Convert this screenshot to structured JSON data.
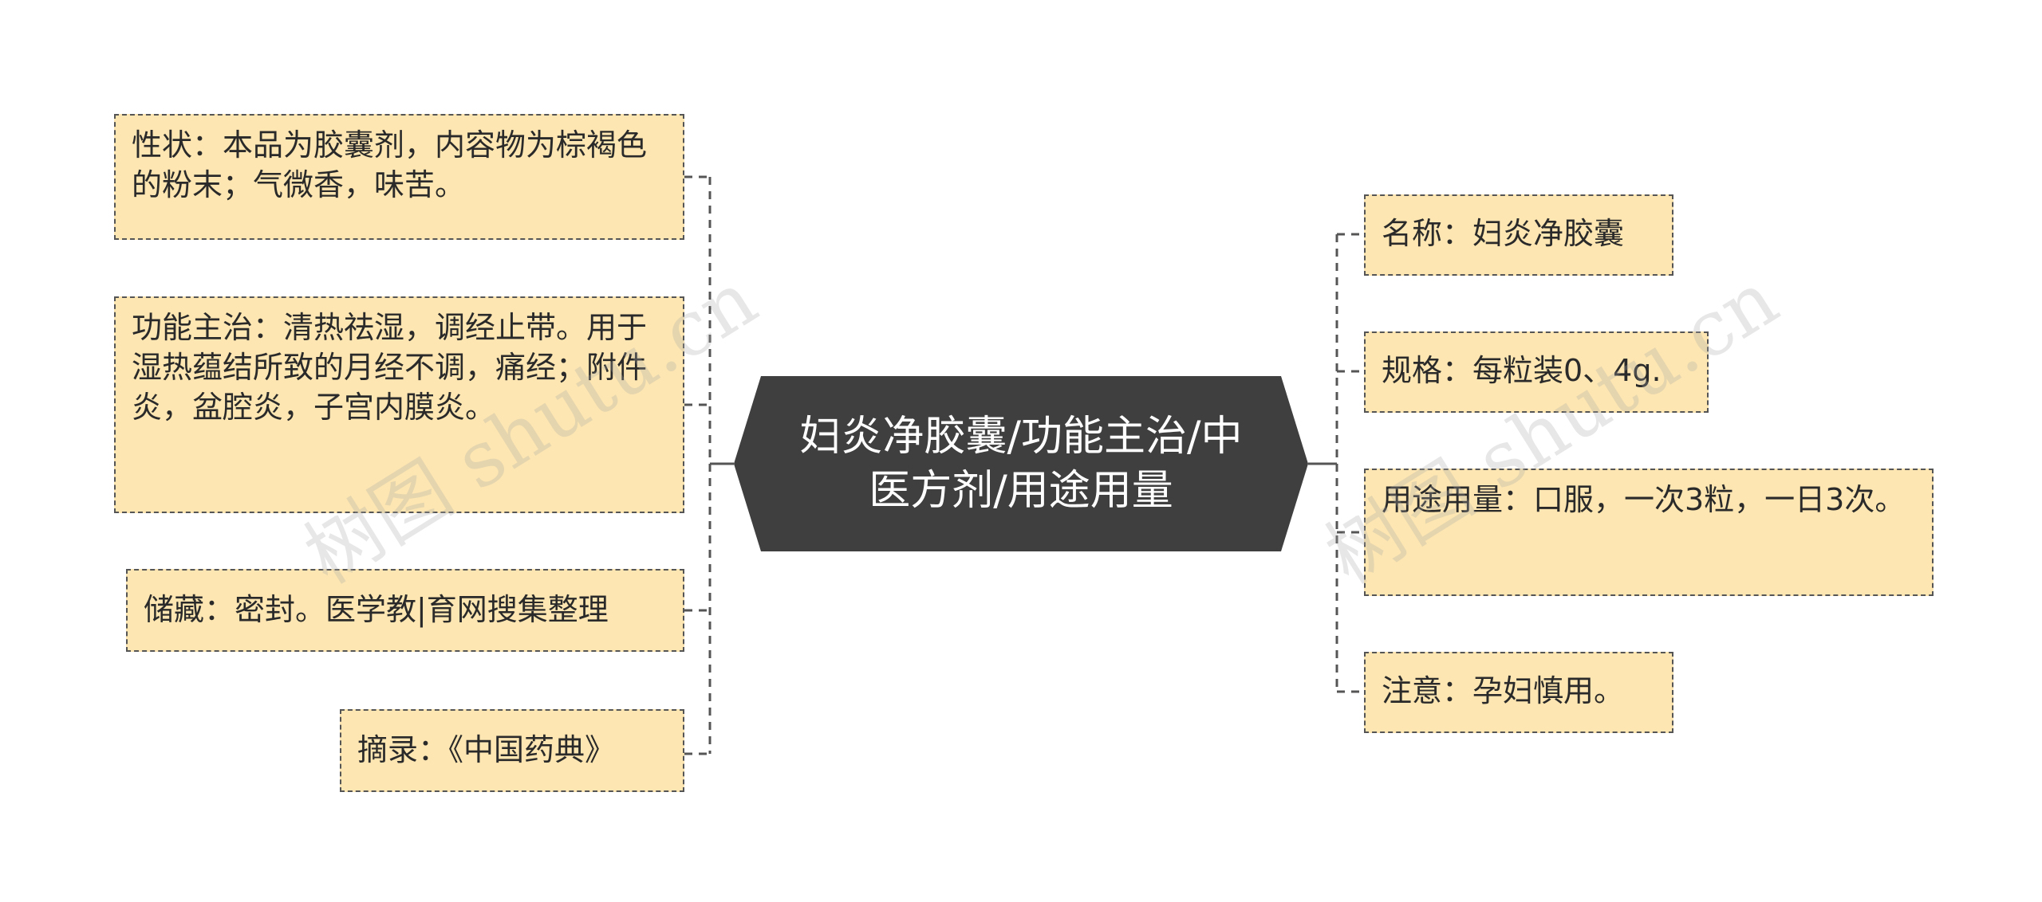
{
  "center": {
    "title": "妇炎净胶囊/功能主治/中医方剂/用途用量"
  },
  "left_nodes": [
    {
      "text": "性状：本品为胶囊剂，内容物为棕褐色的粉末；气微香，味苦。"
    },
    {
      "text": "功能主治：清热祛湿，调经止带。用于湿热蕴结所致的月经不调，痛经；附件炎，盆腔炎，子宫内膜炎。"
    },
    {
      "text": "储藏：密封。医学教|育网搜集整理"
    },
    {
      "text": "摘录：《中国药典》"
    }
  ],
  "right_nodes": [
    {
      "text": "名称：妇炎净胶囊"
    },
    {
      "text": "规格：每粒装0、4g."
    },
    {
      "text": "用途用量：口服，一次3粒，一日3次。"
    },
    {
      "text": "注意：孕妇慎用。"
    }
  ],
  "watermarks": [
    "树图 shutu.cn",
    "树图 shutu.cn"
  ],
  "colors": {
    "node_fill": "#fde6b1",
    "center_fill": "#3f3f3f",
    "line": "#555555"
  }
}
